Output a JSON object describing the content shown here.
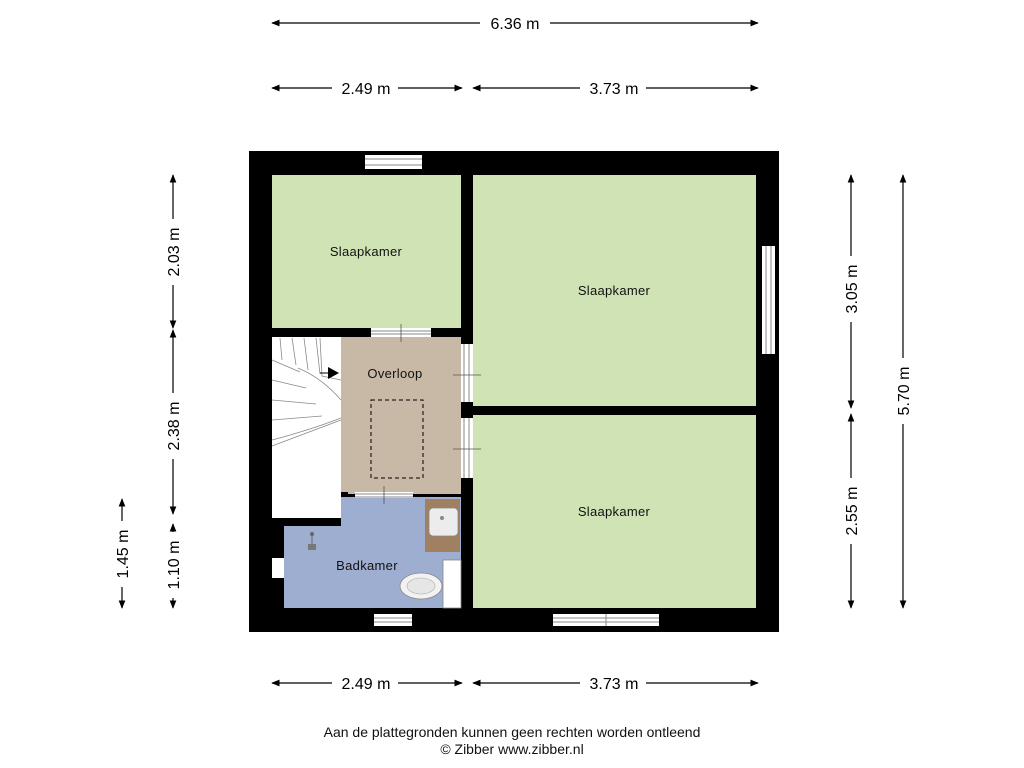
{
  "plan": {
    "rooms": {
      "bedroom_top_left": "Slaapkamer",
      "bedroom_top_right": "Slaapkamer",
      "bedroom_bottom_right": "Slaapkamer",
      "landing": "Overloop",
      "bathroom": "Badkamer"
    },
    "dimensions": {
      "total_width": "6.36 m",
      "top_left_width": "2.49 m",
      "top_right_width": "3.73 m",
      "bottom_left_width": "2.49 m",
      "bottom_right_width": "3.73 m",
      "left_upper_height": "2.03 m",
      "left_middle_height": "2.38 m",
      "left_lower_height": "1.10 m",
      "left_outer_height": "1.45 m",
      "right_upper_height": "3.05 m",
      "right_lower_height": "2.55 m",
      "right_total_height": "5.70 m"
    },
    "colors": {
      "wall": "#000000",
      "bedroom": "#cfe3b4",
      "landing": "#c8b8a6",
      "bathroom": "#9daed0",
      "fixture": "#a08060"
    }
  },
  "footer": {
    "disclaimer": "Aan de plattegronden kunnen geen rechten worden ontleend",
    "copyright": "© Zibber www.zibber.nl"
  }
}
